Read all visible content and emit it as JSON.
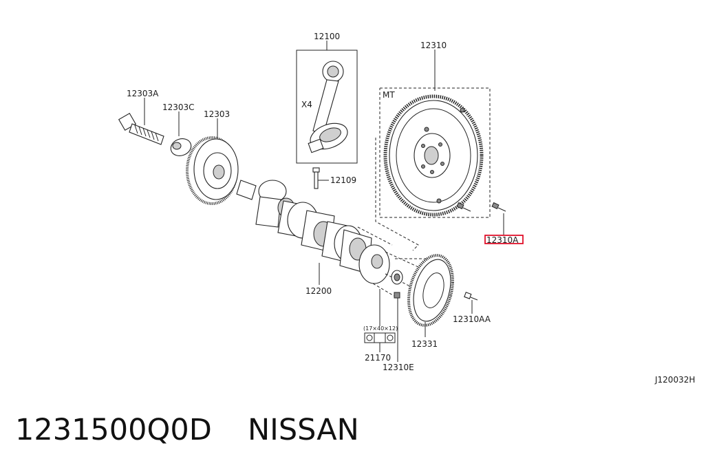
{
  "diagram": {
    "labels": {
      "l12100": "12100",
      "l12310": "12310",
      "lMT": "MT",
      "l12303A": "12303A",
      "l12303C": "12303C",
      "l12303": "12303",
      "lX4": "X4",
      "l12109": "12109",
      "l12310A": "12310A",
      "l12200": "12200",
      "l12310AA": "12310AA",
      "l12331": "12331",
      "lDim": "(17×40×12)",
      "l21170": "21170",
      "l12310E": "12310E",
      "lCode": "J120032H"
    },
    "highlight_color": "#e0102a"
  },
  "footer": {
    "part_number": "1231500Q0D",
    "brand": "NISSAN"
  }
}
